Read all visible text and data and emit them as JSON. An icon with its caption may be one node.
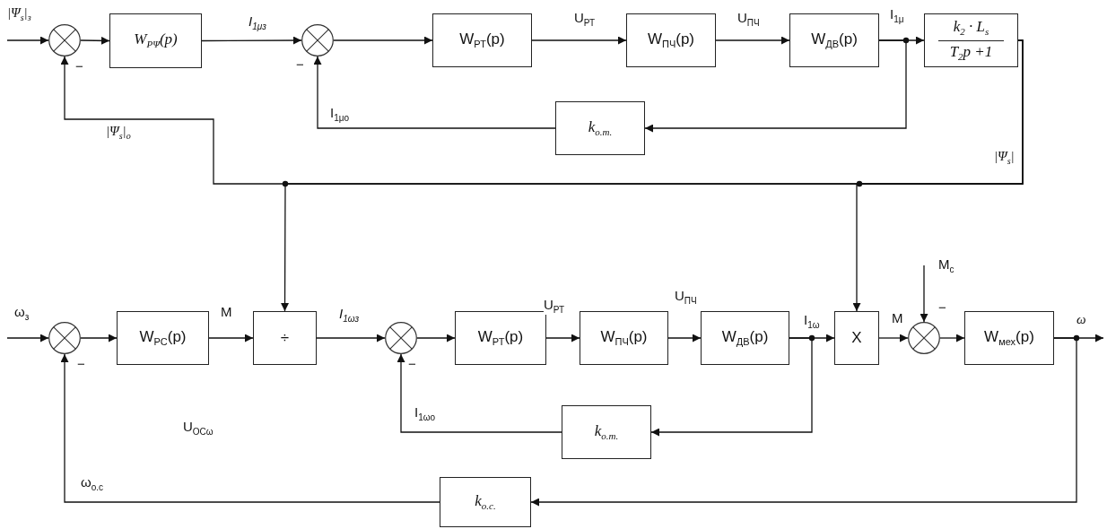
{
  "diagram": {
    "nodes": [
      {
        "text": [],
        "shape": "circle"
      },
      {
        "text": [
          "W$_{PΨ}$(p)"
        ]
      },
      {
        "text": [],
        "shape": "circle"
      },
      {
        "text": [
          "W$_{РТ}$(p)"
        ]
      },
      {
        "text": [
          "W$_{ПЧ}$(p)"
        ]
      },
      {
        "text": [
          "W$_{ДВ}$(p)"
        ]
      },
      {
        "text": [
          "k$_{2}$ · L$_{s}$",
          "T$_{2}$p +1"
        ]
      },
      {
        "text": [
          "k$_{о.т.}$"
        ]
      },
      {
        "text": [],
        "shape": "circle"
      },
      {
        "text": [
          "W$_{РС}$(p)"
        ]
      },
      {
        "text": [
          "÷"
        ]
      },
      {
        "text": [],
        "shape": "circle"
      },
      {
        "text": [
          "W$_{РТ}$(p)"
        ]
      },
      {
        "text": [
          "W$_{ПЧ}$(p)"
        ]
      },
      {
        "text": [
          "W$_{ДВ}$(p)"
        ]
      },
      {
        "text": [
          "X"
        ]
      },
      {
        "text": [],
        "shape": "circle"
      },
      {
        "text": [
          "W$_{мех}$(p)"
        ]
      },
      {
        "text": [
          "k$_{о.т.}$"
        ]
      },
      {
        "text": [
          "k$_{о.с.}$"
        ]
      }
    ],
    "edges": [
      {
        "from": null,
        "to": 0,
        "arrow": "to",
        "label": "|Ψ$_{s}$|$_{з}$"
      },
      {
        "from": 0,
        "to": 1,
        "arrow": "to"
      },
      {
        "from": 1,
        "to": 2,
        "arrow": "to",
        "label": "I$_{1μз}$"
      },
      {
        "from": 2,
        "to": 3,
        "arrow": "to"
      },
      {
        "from": 3,
        "to": 4,
        "arrow": "to",
        "label": "U$_{РТ}$"
      },
      {
        "from": 4,
        "to": 5,
        "arrow": "to",
        "label": "U$_{ПЧ}$"
      },
      {
        "from": 5,
        "to": 6,
        "arrow": "to",
        "label": "I$_{1μ}$"
      },
      {
        "from": 5,
        "to": 7,
        "arrow": "to"
      },
      {
        "from": 7,
        "to": 2,
        "arrow": "to",
        "label": "I$_{1μо}$"
      },
      {
        "from": 6,
        "to": 0,
        "arrow": "to",
        "label": "|Ψ$_{s}$|$_{о}$"
      },
      {
        "from": 6,
        "to": 10,
        "arrow": "to"
      },
      {
        "from": 6,
        "to": 15,
        "arrow": "to",
        "label": "|Ψ$_{s}$|"
      },
      {
        "from": null,
        "to": 8,
        "arrow": "to",
        "label": "ω$_{з}$"
      },
      {
        "from": 8,
        "to": 9,
        "arrow": "to"
      },
      {
        "from": 9,
        "to": 10,
        "arrow": "to",
        "label": "M"
      },
      {
        "from": 10,
        "to": 11,
        "arrow": "to",
        "label": "I$_{1ωз}$"
      },
      {
        "from": 11,
        "to": 12,
        "arrow": "to"
      },
      {
        "from": 12,
        "to": 13,
        "arrow": "to",
        "label": "U$_{РТ}$"
      },
      {
        "from": 13,
        "to": 14,
        "arrow": "to",
        "label": "U$_{ПЧ}$"
      },
      {
        "from": 14,
        "to": 15,
        "arrow": "to",
        "label": "I$_{1ω}$"
      },
      {
        "from": 14,
        "to": 18,
        "arrow": "to"
      },
      {
        "from": 18,
        "to": 11,
        "arrow": "to",
        "label": "I$_{1ωо}$"
      },
      {
        "from": 15,
        "to": 16,
        "arrow": "to",
        "label": "M"
      },
      {
        "from": null,
        "to": 16,
        "arrow": "to",
        "label": "M$_{с}$"
      },
      {
        "from": 16,
        "to": 17,
        "arrow": "to"
      },
      {
        "from": 17,
        "to": null,
        "arrow": "to",
        "label": "ω"
      },
      {
        "from": 17,
        "to": 19,
        "arrow": "to"
      },
      {
        "from": 19,
        "to": 8,
        "arrow": "to",
        "label": "ω$_{о.с}$"
      }
    ],
    "labels": [
      "−",
      "−",
      "−",
      "−",
      "−",
      "U$_{ОСω}$"
    ]
  }
}
